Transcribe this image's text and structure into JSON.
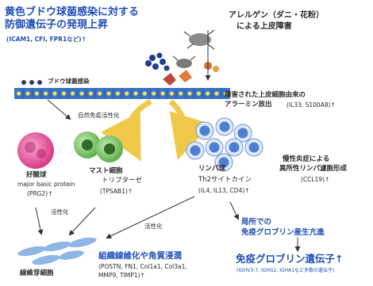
{
  "title": {
    "line1": "黄色ブドウ球菌感染に対する",
    "line2": "防御遺伝子の発現上昇",
    "genes": "(ICAM1, CFI, FPR1など)↑"
  },
  "allergen": {
    "line1": "アレルゲン（ダニ・花粉）",
    "line2": "による上皮障害"
  },
  "staph_label": "ブドウ球菌感染",
  "immune_activation": "自然免疫活性化",
  "alarmin": {
    "line1": "障害された上皮細胞由来の",
    "line2": "アラーミン放出",
    "genes": "(IL33, S100A8)↑"
  },
  "eosinophil": {
    "name": "好酸球",
    "protein": "major basic protein",
    "gene": "(PRG2)↑"
  },
  "mast_cell": {
    "name": "マスト細胞",
    "enzyme": "トリプターゼ",
    "gene": "(TPSAB1)↑"
  },
  "lymphocyte": {
    "name": "リンパ球",
    "cytokine": "Th2サイトカイン",
    "genes": "(IL4, IL13, CD4)↑"
  },
  "lymphoid_follicle": {
    "line1": "慢性炎症による",
    "line2": "異所性リンパ濾胞形成",
    "gene": "(CCL19)↑"
  },
  "local_ig": {
    "line1": "局所での",
    "line2": "免疫グロブリン産生亢進"
  },
  "activation_labels": [
    "活性化",
    "活性化"
  ],
  "fibroblast": {
    "name": "線維芽細胞"
  },
  "fibrosis": {
    "title": "組織線維化や角質浸潤",
    "genes_line1": "(POSTN, FN1, Col1a1, Col3a1,",
    "genes_line2": "MMP9, TIMP1)↑"
  },
  "ig_gene": {
    "title": "免疫グロブリン遺伝子↑",
    "genes": "(IGHV3-7, IGHG2, IGHA1など多数の遺伝子)"
  },
  "colors": {
    "accent_blue": "#1f4fb8",
    "epithelium": "#3a72c9",
    "epithelium_dot": "#f2e24a",
    "eosinophil": "#e0539a",
    "mast_cell": "#7ec46e",
    "lymphocyte": "#4d7fd1",
    "arrow": "#f0c84a"
  }
}
